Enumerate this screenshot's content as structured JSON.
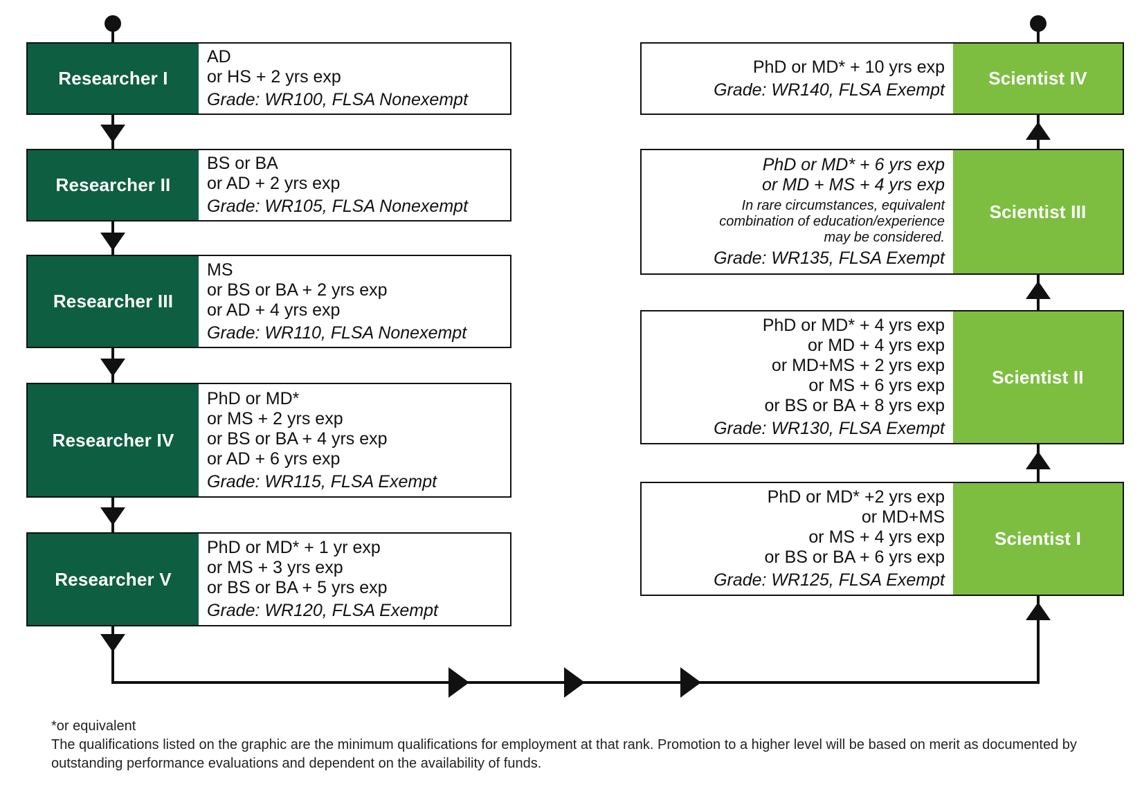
{
  "researchers": [
    {
      "title": "Researcher I",
      "lines": [
        "AD",
        "or HS + 2 yrs exp"
      ],
      "grade": "Grade: WR100, FLSA Nonexempt"
    },
    {
      "title": "Researcher II",
      "lines": [
        "BS or BA",
        "or AD + 2 yrs exp"
      ],
      "grade": "Grade: WR105, FLSA Nonexempt"
    },
    {
      "title": "Researcher III",
      "lines": [
        "MS",
        "or BS or BA + 2 yrs exp",
        "or AD + 4 yrs exp"
      ],
      "grade": "Grade: WR110, FLSA Nonexempt"
    },
    {
      "title": "Researcher IV",
      "lines": [
        "PhD or MD*",
        "or MS + 2 yrs exp",
        "or BS or BA + 4 yrs exp",
        "or AD + 6 yrs exp"
      ],
      "grade": "Grade: WR115, FLSA Exempt"
    },
    {
      "title": "Researcher V",
      "lines": [
        "PhD or MD* + 1 yr exp",
        "or MS + 3 yrs exp",
        "or BS or BA + 5 yrs exp"
      ],
      "grade": "Grade: WR120, FLSA Exempt"
    }
  ],
  "scientists": [
    {
      "title": "Scientist IV",
      "lines": [
        "PhD or MD* + 10 yrs exp"
      ],
      "grade": "Grade: WR140, FLSA Exempt"
    },
    {
      "title": "Scientist III",
      "lines": [
        "PhD or MD* + 6 yrs exp",
        "or MD + MS + 4 yrs exp"
      ],
      "note": [
        "In rare circumstances, equivalent",
        "combination of education/experience",
        "may be considered."
      ],
      "grade": "Grade: WR135, FLSA Exempt"
    },
    {
      "title": "Scientist II",
      "lines": [
        "PhD or MD* + 4 yrs exp",
        "or MD + 4 yrs exp",
        "or MD+MS + 2 yrs exp",
        "or MS + 6 yrs exp",
        "or BS or BA + 8 yrs exp"
      ],
      "grade": "Grade: WR130, FLSA Exempt"
    },
    {
      "title": "Scientist I",
      "lines": [
        "PhD or MD* +2 yrs exp",
        "or MD+MS",
        "or MS + 4 yrs exp",
        "or BS or BA + 6 yrs exp"
      ],
      "grade": "Grade: WR125, FLSA Exempt"
    }
  ],
  "footnote": {
    "asterisk": "*or equivalent",
    "text": "The qualifications listed on the graphic are the minimum qualifications for employment at that rank. Promotion to a higher level will be based on merit as documented by outstanding performance evaluations and dependent on the availability of funds."
  },
  "colors": {
    "researcher": "#0e5e42",
    "scientist": "#7dbe41",
    "line": "#111111"
  }
}
